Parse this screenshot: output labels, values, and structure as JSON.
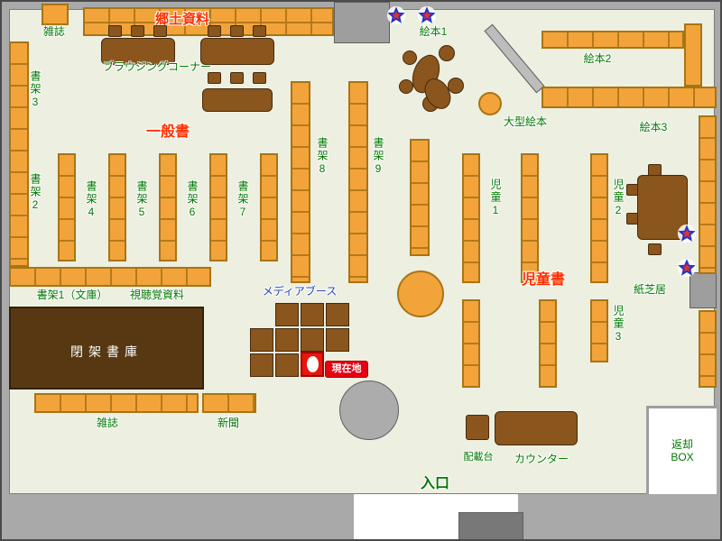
{
  "colors": {
    "floor": "#EDEFE1",
    "wall": "#A9A9A9",
    "shelf_orange": "#F2A43B",
    "shelf_border": "#A87414",
    "table_brown": "#8A561E",
    "stacks_brown": "#573812",
    "label_green": "#007800",
    "label_red": "#FF3000",
    "label_blue": "#2143BD",
    "marker_red": "#E60012",
    "star_blue": "#2233CC",
    "star_inner_red": "#E03030"
  },
  "areas": {
    "local_materials": "郷土資料",
    "general_books": "一般書",
    "children_books": "児童書",
    "browsing_corner": "ブラウジングコーナー",
    "media_booth": "メディアブース",
    "closed_stacks": "閉架書庫",
    "current_location": "現在地",
    "entrance": "入口",
    "counter": "カウンター",
    "distribution_stand": "配載台",
    "return_box_line1": "返却",
    "return_box_line2": "BOX",
    "audiovisual": "視聴覚資料",
    "kamishibai": "紙芝居",
    "large_picture_books": "大型絵本",
    "magazines_top": "雑誌",
    "magazines_bottom": "雑誌",
    "newspapers": "新聞"
  },
  "shelves": {
    "shelf1_bunko": "書架1（文庫）",
    "shelf2": "書架2",
    "shelf3": "書架3",
    "shelf4": "書架4",
    "shelf5": "書架5",
    "shelf6": "書架6",
    "shelf7": "書架7",
    "shelf8": "書架8",
    "shelf9": "書架9",
    "picture_books1": "絵本1",
    "picture_books2": "絵本2",
    "picture_books3": "絵本3",
    "children1": "児童1",
    "children2": "児童2",
    "children3": "児童3"
  }
}
